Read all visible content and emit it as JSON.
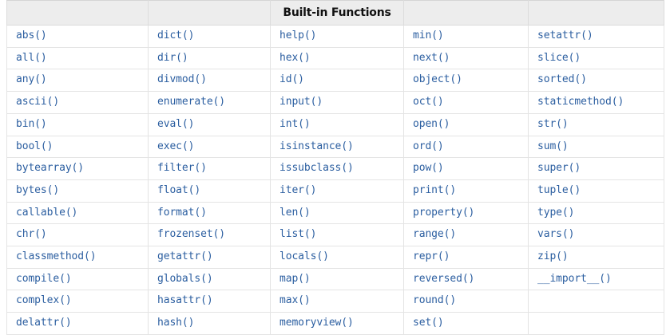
{
  "table": {
    "title": "Built-in Functions",
    "title_column_index": 2,
    "accent_link_color": "#2b5ea0",
    "header_background": "#ededed",
    "border_color": "#e4e4e4",
    "column_headers": [
      "",
      "",
      "Built-in Functions",
      "",
      ""
    ],
    "columns": [
      [
        "abs()",
        "all()",
        "any()",
        "ascii()",
        "bin()",
        "bool()",
        "bytearray()",
        "bytes()",
        "callable()",
        "chr()",
        "classmethod()",
        "compile()",
        "complex()",
        "delattr()"
      ],
      [
        "dict()",
        "dir()",
        "divmod()",
        "enumerate()",
        "eval()",
        "exec()",
        "filter()",
        "float()",
        "format()",
        "frozenset()",
        "getattr()",
        "globals()",
        "hasattr()",
        "hash()"
      ],
      [
        "help()",
        "hex()",
        "id()",
        "input()",
        "int()",
        "isinstance()",
        "issubclass()",
        "iter()",
        "len()",
        "list()",
        "locals()",
        "map()",
        "max()",
        "memoryview()"
      ],
      [
        "min()",
        "next()",
        "object()",
        "oct()",
        "open()",
        "ord()",
        "pow()",
        "print()",
        "property()",
        "range()",
        "repr()",
        "reversed()",
        "round()",
        "set()"
      ],
      [
        "setattr()",
        "slice()",
        "sorted()",
        "staticmethod()",
        "str()",
        "sum()",
        "super()",
        "tuple()",
        "type()",
        "vars()",
        "zip()",
        "__import__()",
        "",
        ""
      ]
    ],
    "rows": [
      [
        "abs()",
        "dict()",
        "help()",
        "min()",
        "setattr()"
      ],
      [
        "all()",
        "dir()",
        "hex()",
        "next()",
        "slice()"
      ],
      [
        "any()",
        "divmod()",
        "id()",
        "object()",
        "sorted()"
      ],
      [
        "ascii()",
        "enumerate()",
        "input()",
        "oct()",
        "staticmethod()"
      ],
      [
        "bin()",
        "eval()",
        "int()",
        "open()",
        "str()"
      ],
      [
        "bool()",
        "exec()",
        "isinstance()",
        "ord()",
        "sum()"
      ],
      [
        "bytearray()",
        "filter()",
        "issubclass()",
        "pow()",
        "super()"
      ],
      [
        "bytes()",
        "float()",
        "iter()",
        "print()",
        "tuple()"
      ],
      [
        "callable()",
        "format()",
        "len()",
        "property()",
        "type()"
      ],
      [
        "chr()",
        "frozenset()",
        "list()",
        "range()",
        "vars()"
      ],
      [
        "classmethod()",
        "getattr()",
        "locals()",
        "repr()",
        "zip()"
      ],
      [
        "compile()",
        "globals()",
        "map()",
        "reversed()",
        "__import__()"
      ],
      [
        "complex()",
        "hasattr()",
        "max()",
        "round()",
        ""
      ],
      [
        "delattr()",
        "hash()",
        "memoryview()",
        "set()",
        ""
      ]
    ]
  }
}
